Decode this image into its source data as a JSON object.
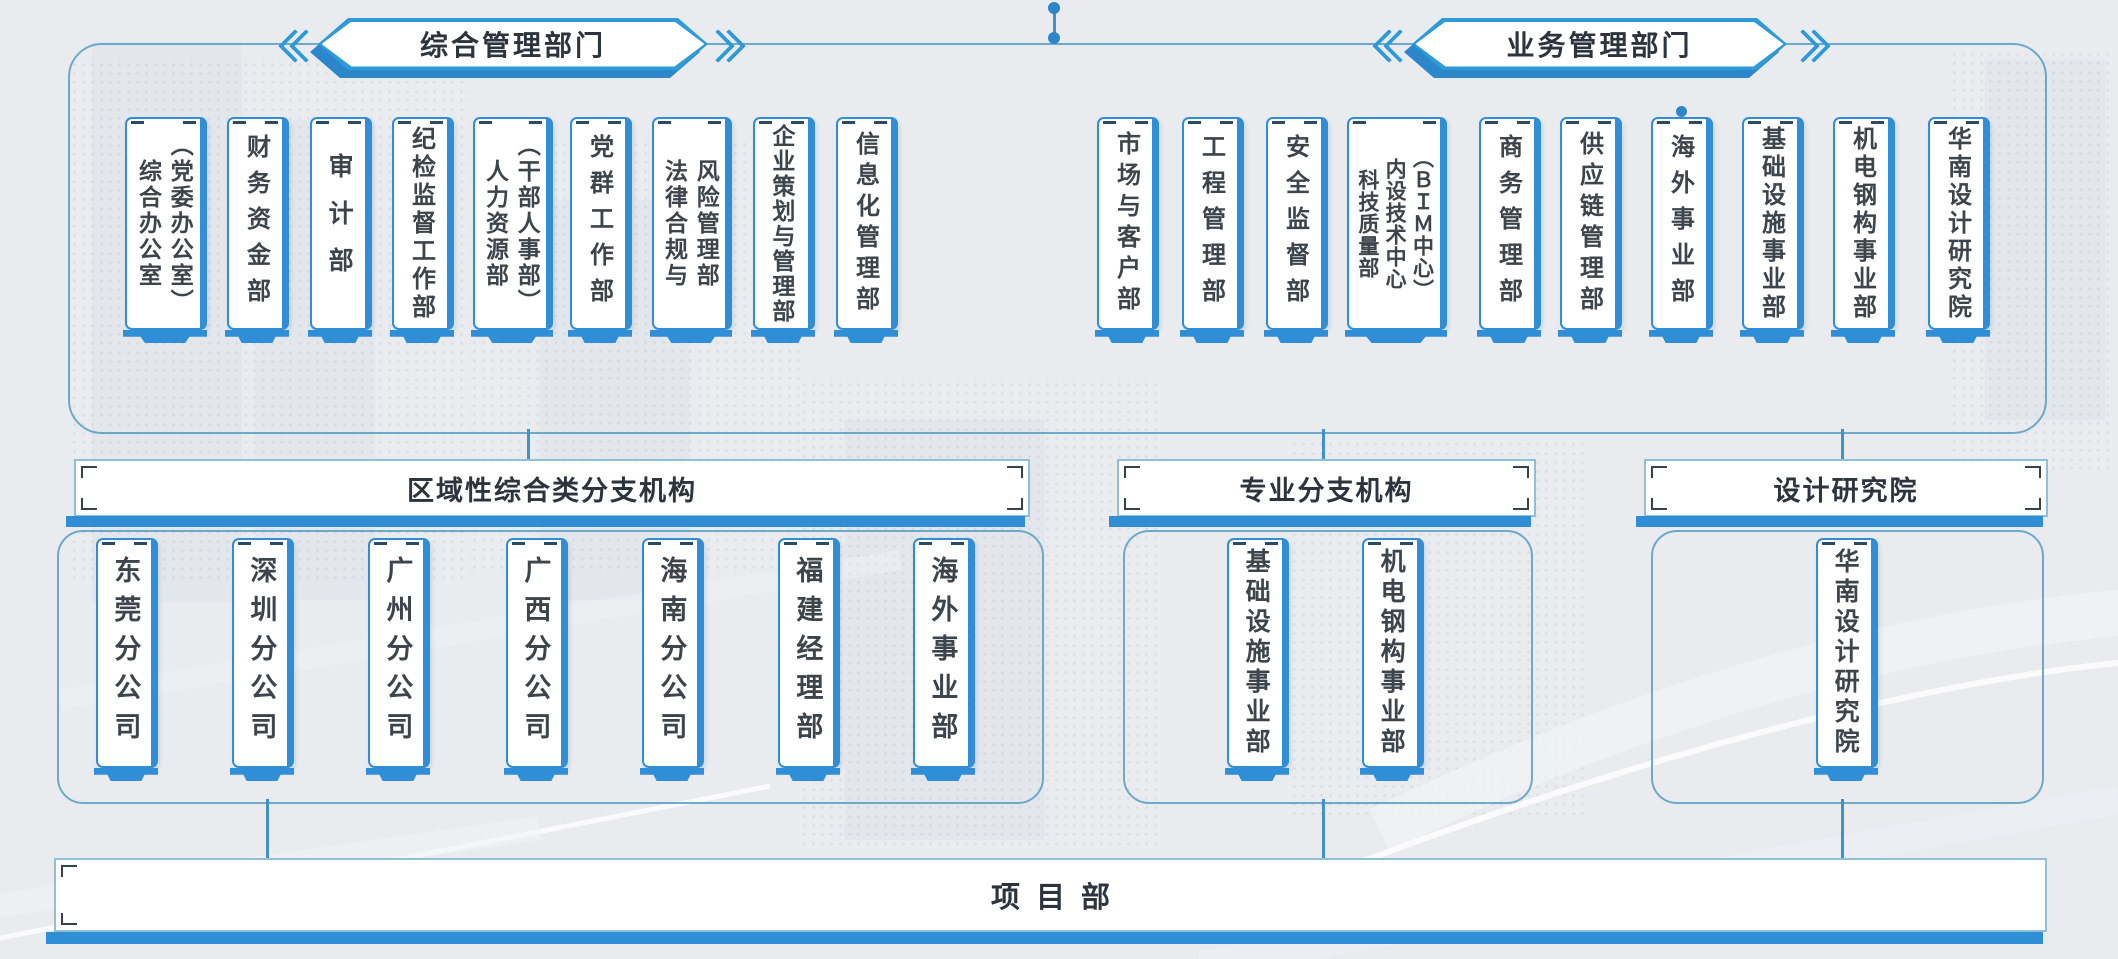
{
  "colors": {
    "accent": "#2f8ed6",
    "accent_dark": "#2376bd",
    "frame_line": "#569dc4",
    "card_text": "#3d444c",
    "background": "#e9ebef"
  },
  "top": {
    "left_banner": "综合管理部门",
    "right_banner": "业务管理部门",
    "left_cards": [
      "综合办公室\n（党委办公室）",
      "财务资金部",
      "审计部",
      "纪检监督工作部",
      "人力资源部\n（干部人事部）",
      "党群工作部",
      "法律合规与\n风险管理部",
      "企业策划与管理部",
      "信息化管理部"
    ],
    "right_cards": [
      "市场与客户部",
      "工程管理部",
      "安全监督部",
      "科技质量部\n内设技术中心\n（ＢＩＭ中心）",
      "商务管理部",
      "供应链管理部",
      "海外事业部",
      "基础设施事业部",
      "机电钢构事业部",
      "华南设计研究院"
    ]
  },
  "middle": {
    "groups": [
      {
        "banner": "区域性综合类分支机构",
        "cards": [
          "东莞分公司",
          "深圳分公司",
          "广州分公司",
          "广西分公司",
          "海南分公司",
          "福建经理部",
          "海外事业部"
        ]
      },
      {
        "banner": "专业分支机构",
        "cards": [
          "基础设施事业部",
          "机电钢构事业部"
        ]
      },
      {
        "banner": "设计研究院",
        "cards": [
          "华南设计研究院"
        ]
      }
    ]
  },
  "bottom": {
    "banner": "项目部"
  }
}
